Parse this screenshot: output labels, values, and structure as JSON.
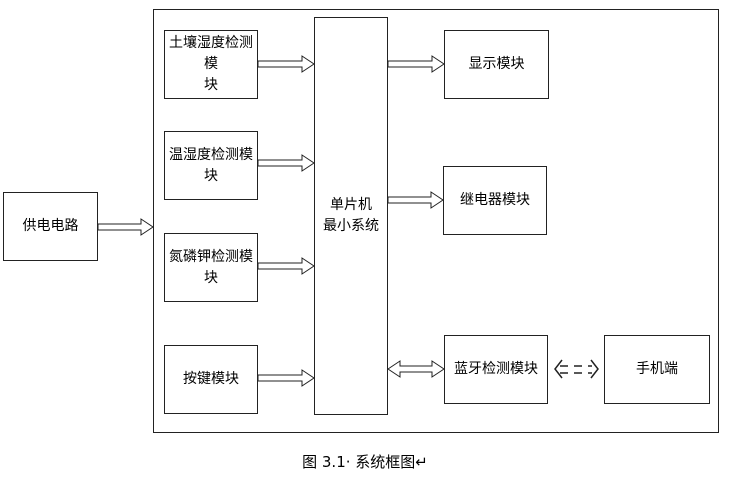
{
  "diagram": {
    "power_supply": "供电电路",
    "mcu": [
      "单片机",
      "最小系统"
    ],
    "inputs": {
      "soil_moisture": [
        "土壤湿度检测模",
        "块"
      ],
      "temp_humidity": "温湿度检测模块",
      "npk": "氮磷钾检测模块",
      "keys": "按键模块"
    },
    "outputs": {
      "display": "显示模块",
      "relay": "继电器模块",
      "bluetooth": "蓝牙检测模块"
    },
    "phone": "手机端"
  },
  "caption": "图 3.1· 系统框图↵"
}
